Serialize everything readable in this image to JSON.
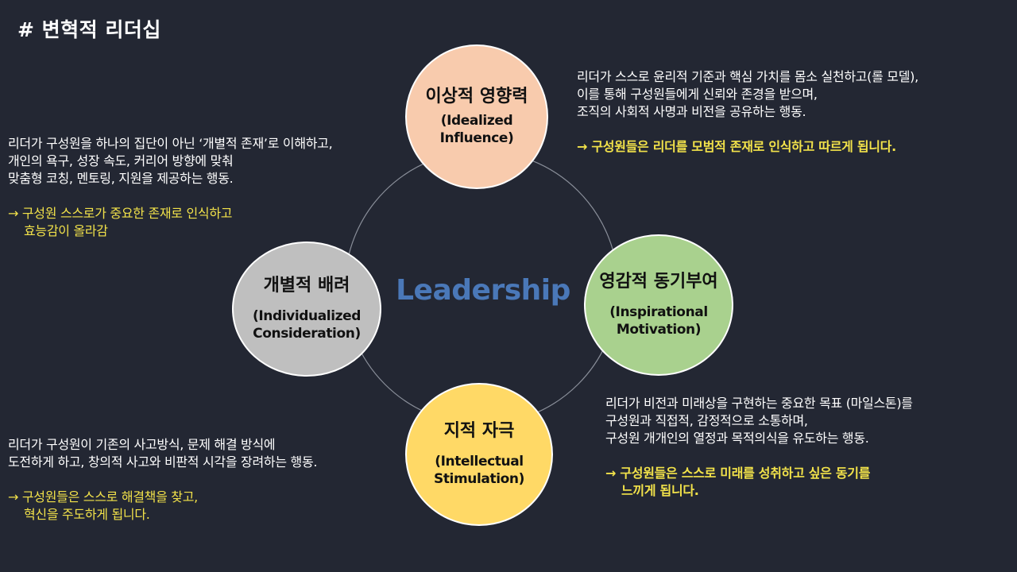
{
  "title": "# 변혁적 리더십",
  "center": "Leadership",
  "colors": {
    "background": "#232733",
    "idealized": "#f8cbad",
    "inspirational": "#a9d18e",
    "intellectual": "#ffd966",
    "individualized": "#bfbfbf",
    "center_text": "#4a78b8",
    "highlight": "#f2e24a"
  },
  "nodes": {
    "idealized": {
      "ko": "이상적 영향력",
      "en": "(Idealized Influence)"
    },
    "inspirational": {
      "ko": "영감적 동기부여",
      "en1": "(Inspirational",
      "en2": "Motivation)"
    },
    "intellectual": {
      "ko": "지적 자극",
      "en1": "(Intellectual",
      "en2": "Stimulation)"
    },
    "individualized": {
      "ko": "개별적 배려",
      "en1": "(Individualized",
      "en2": "Consideration)"
    }
  },
  "descriptions": {
    "idealized": {
      "lines": [
        "리더가 스스로 윤리적 기준과 핵심 가치를 몸소 실천하고(롤 모델),",
        "이를 통해 구성원들에게 신뢰와 존경을 받으며,",
        "조직의 사회적 사명과 비전을 공유하는 행동."
      ],
      "result": "→ 구성원들은 리더를 모범적 존재로 인식하고 따르게 됩니다."
    },
    "inspirational": {
      "lines": [
        "리더가 비전과 미래상을 구현하는 중요한 목표 (마일스톤)를",
        "구성원과 직접적, 감정적으로 소통하며,",
        "구성원 개개인의 열정과 목적의식을 유도하는 행동."
      ],
      "result1": "→ 구성원들은 스스로 미래를 성취하고 싶은 동기를",
      "result2": "느끼게 됩니다."
    },
    "intellectual": {
      "lines": [
        "리더가 구성원이 기존의 사고방식, 문제 해결 방식에",
        "도전하게 하고, 창의적 사고와 비판적 시각을 장려하는 행동."
      ],
      "result1": "→ 구성원들은 스스로 해결책을 찾고,",
      "result2": "혁신을 주도하게 됩니다."
    },
    "individualized": {
      "lines": [
        "리더가 구성원을 하나의 집단이 아닌 ‘개별적 존재’로 이해하고,",
        "개인의 욕구, 성장 속도, 커리어 방향에 맞춰",
        "맞춤형 코칭, 멘토링, 지원을 제공하는 행동."
      ],
      "result1": "→ 구성원 스스로가 중요한 존재로 인식하고",
      "result2": "효능감이 올라감"
    }
  }
}
